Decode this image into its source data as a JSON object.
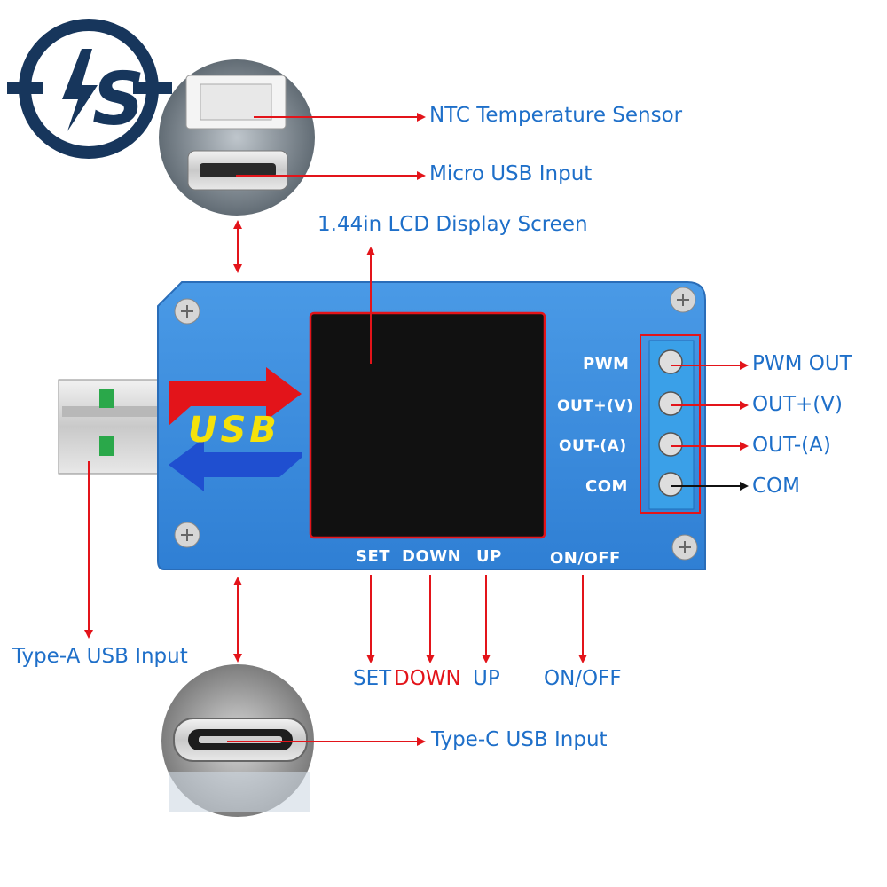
{
  "logo": {
    "text": "IS",
    "color": "#17365c"
  },
  "callouts": {
    "ntc": "NTC Temperature Sensor",
    "micro_usb": "Micro USB Input",
    "lcd": "1.44in LCD Display Screen",
    "type_a": "Type-A USB Input",
    "type_c": "Type-C USB Input",
    "pwm_out": "PWM OUT",
    "out_v": "OUT+(V)",
    "out_a": "OUT-(A)",
    "com": "COM",
    "btn_set": "SET",
    "btn_down": "DOWN",
    "btn_up": "UP",
    "btn_onoff": "ON/OFF"
  },
  "board": {
    "pwm": "PWM",
    "out_v": "OUT+(V)",
    "out_a": "OUT-(A)",
    "com": "COM",
    "set": "SET",
    "down": "DOWN",
    "up": "UP",
    "onoff": "ON/OFF",
    "usb_logo": "USB"
  },
  "colors": {
    "board_blue": "#3d8fe0",
    "callout_blue": "#1e6fc9",
    "arrow_red": "#e3141a",
    "terminal_blue": "#3aa0e8"
  }
}
